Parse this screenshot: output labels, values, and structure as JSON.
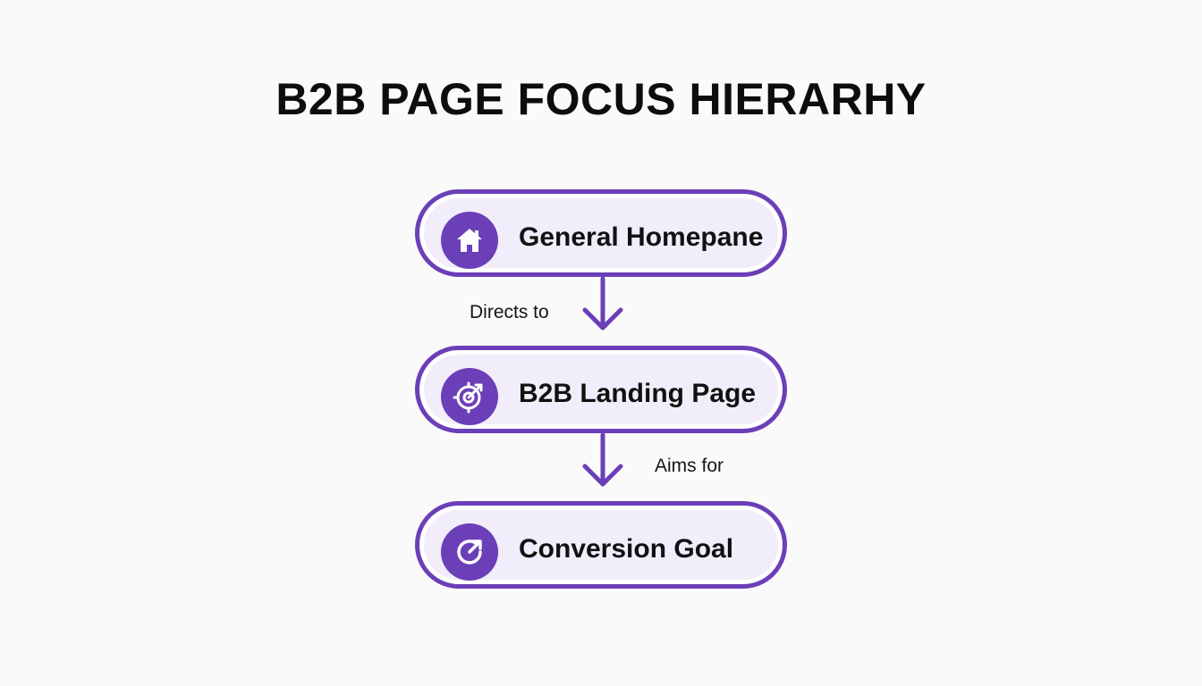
{
  "title": "B2B PAGE FOCUS HIERARHY",
  "colors": {
    "accent": "#6b3fb8",
    "node_fill": "#f1edfa",
    "background": "#fafafb"
  },
  "nodes": [
    {
      "label": "General Homepane",
      "icon": "house-icon"
    },
    {
      "label": "B2B Landing Page",
      "icon": "target-icon"
    },
    {
      "label": "Conversion Goal",
      "icon": "circular-arrow-icon"
    }
  ],
  "edges": [
    {
      "label": "Directs to"
    },
    {
      "label": "Aims for"
    }
  ]
}
